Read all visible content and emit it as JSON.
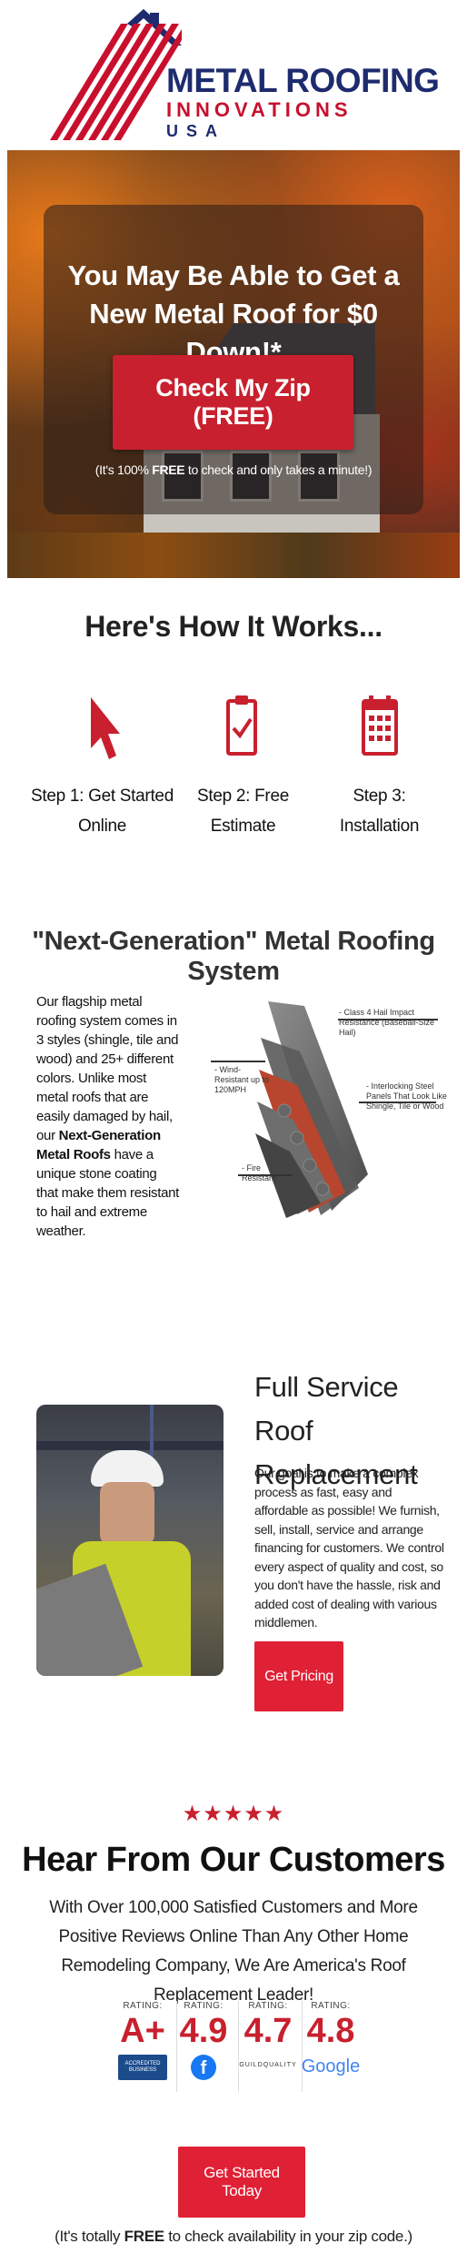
{
  "brand": {
    "line1": "METAL ROOFING",
    "line2": "INNOVATIONS",
    "line3": "USA",
    "colors": {
      "navy": "#1e2b6e",
      "red": "#c8102e"
    }
  },
  "hero": {
    "title": "You May Be Able to Get a New Metal Roof for $0 Down!*",
    "cta_label": "Check My Zip (FREE)",
    "note_prefix": "(It's 100% ",
    "note_bold": "FREE",
    "note_suffix": " to check and only takes a minute!)"
  },
  "how_it_works": {
    "title": "Here's How It Works...",
    "steps": [
      {
        "icon": "cursor-arrow-icon",
        "label_1": "Step 1: Get Started",
        "label_2": "Online"
      },
      {
        "icon": "clipboard-check-icon",
        "label_1": "Step 2: Free",
        "label_2": "Estimate"
      },
      {
        "icon": "calendar-icon",
        "label_1": "Step 3:",
        "label_2": "Installation"
      }
    ]
  },
  "roofing_system": {
    "title": "\"Next-Generation\" Metal Roofing System",
    "text_1": "Our flagship metal roofing system comes in 3 styles (shingle, tile and wood) and 25+ different colors. Unlike most metal roofs that are easily damaged by hail, our ",
    "text_bold": "Next-Generation Metal Roofs",
    "text_2": " have a unique stone coating that make them resistant to hail and extreme weather.",
    "diagram_labels": {
      "class4": "- Class 4 Hail Impact Resistance (Baseball-Size Hail)",
      "wind": "- Wind-Resistant up to 120MPH",
      "interlocking": "- Interlocking Steel Panels That Look Like Shingle, Tile or Wood",
      "fire": "- Fire Resistant"
    }
  },
  "full_service": {
    "title": "Full Service Roof Replacement",
    "text": "Our goal is to make a complex process as fast, easy and affordable as possible! We furnish, sell, install, service and arrange financing for customers. We control every aspect of quality and cost, so you don't have the hassle, risk and added cost of dealing with various middlemen.",
    "cta_label": "Get Pricing"
  },
  "testimonials": {
    "stars": "★★★★★",
    "title": "Hear From Our Customers",
    "subtitle": "With Over 100,000 Satisfied Customers and More Positive Reviews Online Than Any Other Home Remodeling Company, We Are America's Roof Replacement Leader!",
    "ratings": [
      {
        "label": "RATING:",
        "value": "A+",
        "source": "ACCREDITED BUSINESS",
        "icon": "bbb-seal-icon"
      },
      {
        "label": "RATING:",
        "value": "4.9",
        "source": "f",
        "icon": "facebook-icon"
      },
      {
        "label": "RATING:",
        "value": "4.7",
        "source": "GUILDQUALITY",
        "icon": "guildquality-icon"
      },
      {
        "label": "RATING:",
        "value": "4.8",
        "source": "Google",
        "icon": "google-icon"
      }
    ],
    "cta_label": "Get Started Today",
    "footnote_prefix": "(It's totally ",
    "footnote_bold": "FREE",
    "footnote_suffix": " to check availability in your zip code.)"
  }
}
